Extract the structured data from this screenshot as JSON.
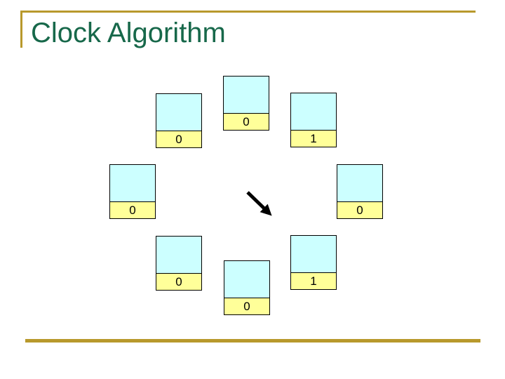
{
  "slide": {
    "title": "Clock Algorithm"
  },
  "colors": {
    "accent_gold": "#B8992C",
    "title_green": "#17684A",
    "frame_fill": "#CCFFFF",
    "ref_bit_fill": "#FFFF99"
  },
  "diagram": {
    "description": "Eight page frames arranged in a circle with a clock hand arrow pointing down-right",
    "clock_hand_icon": "arrow-down-right",
    "frames": [
      {
        "position": "top",
        "ref_bit": "0"
      },
      {
        "position": "upper-left",
        "ref_bit": "0"
      },
      {
        "position": "upper-right",
        "ref_bit": "1"
      },
      {
        "position": "left",
        "ref_bit": "0"
      },
      {
        "position": "right",
        "ref_bit": "0"
      },
      {
        "position": "lower-left",
        "ref_bit": "0"
      },
      {
        "position": "lower-right",
        "ref_bit": "1"
      },
      {
        "position": "bottom",
        "ref_bit": "0"
      }
    ]
  }
}
